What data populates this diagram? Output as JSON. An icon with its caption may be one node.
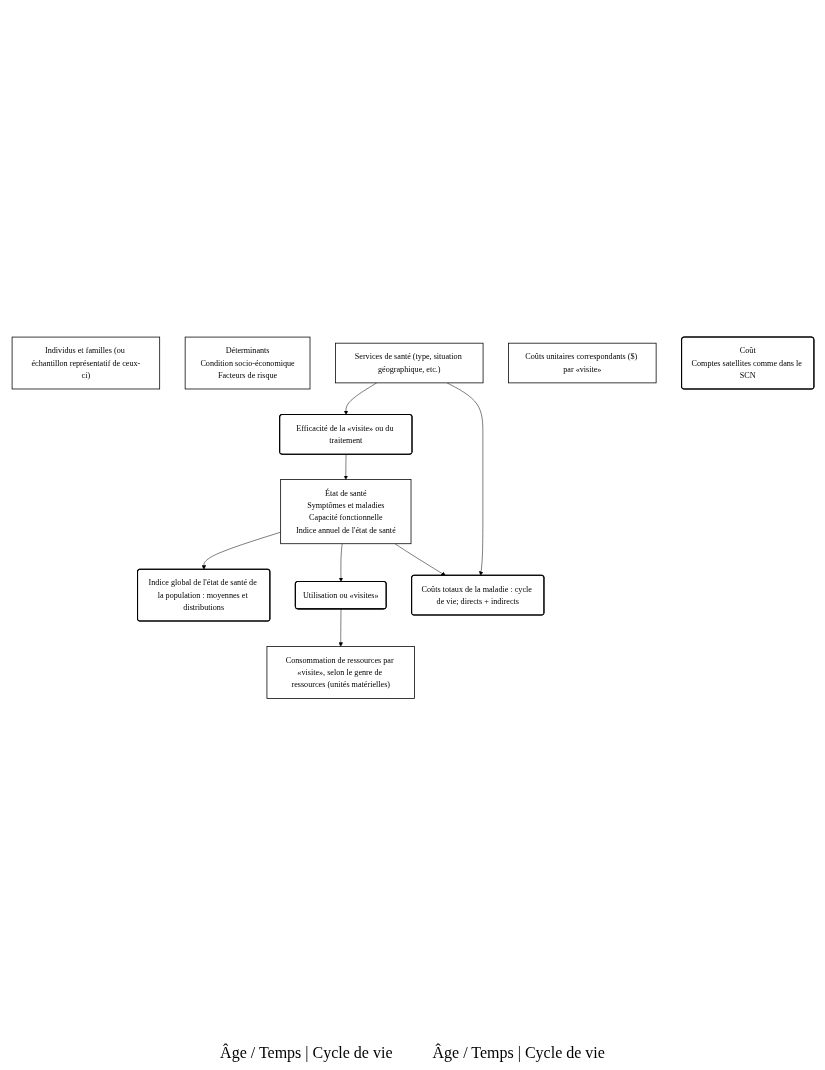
{
  "diagram": {
    "nodes": [
      {
        "text": [
          "Individus et familles (ou échantillon représentatif de ceux-ci)"
        ]
      },
      {
        "text": [
          "Déterminants",
          "Condition socio-économique",
          "Facteurs de risque"
        ]
      },
      {
        "text": [
          "État de santé",
          "Symptômes et maladies",
          "Capacité fonctionnelle",
          "Indice annuel de l'état de santé"
        ]
      },
      {
        "text": [
          "Indice global de l'état de santé de la population : moyennes et distributions"
        ]
      },
      {
        "text": [
          "Utilisation ou «visites»"
        ]
      },
      {
        "text": [
          "Efficacité de la «visite» ou du traitement"
        ]
      },
      {
        "text": [
          "Coûts totaux de la maladie : cycle de vie; directs + indirects"
        ]
      },
      {
        "text": [
          "Services de santé (type, situation géographique, etc.)"
        ]
      },
      {
        "text": [
          "Consommation de ressources par «visite», selon le genre de ressources (unités matérielles)"
        ]
      },
      {
        "text": [
          "Coûts unitaires correspondants ($) par «visite»"
        ]
      },
      {
        "text": [
          "Coût",
          "Comptes satellites comme dans le SCN"
        ]
      }
    ],
    "edges": [
      {
        "from": 2,
        "to": 3,
        "arrow": "to"
      },
      {
        "from": 2,
        "to": 4,
        "arrow": "to"
      },
      {
        "from": 2,
        "to": 6,
        "arrow": "to"
      },
      {
        "from": 5,
        "to": 2,
        "arrow": "to"
      },
      {
        "from": 4,
        "to": 8,
        "arrow": "to"
      },
      {
        "from": 7,
        "to": 5,
        "arrow": "to"
      },
      {
        "from": 7,
        "to": 6,
        "arrow": "to"
      }
    ],
    "labels": [
      "Âge / Temps | Cycle de vie",
      "Âge / Temps | Cycle de vie"
    ]
  }
}
